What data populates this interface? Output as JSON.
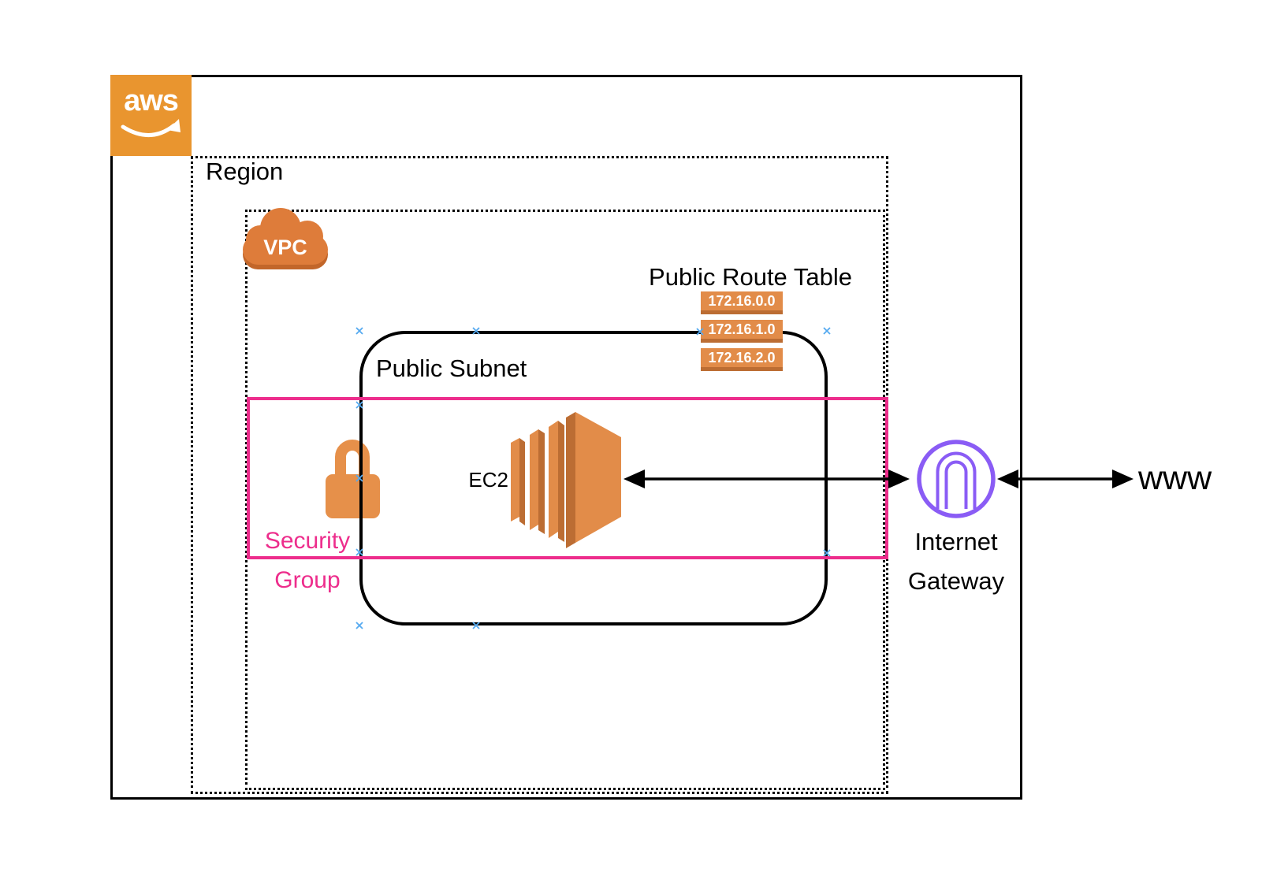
{
  "diagram": {
    "aws_logo": {
      "text": "aws"
    },
    "region": {
      "label": "Region"
    },
    "vpc": {
      "label": "VPC"
    },
    "route_table": {
      "title": "Public Route Table",
      "entries": [
        "172.16.0.0",
        "172.16.1.0",
        "172.16.2.0"
      ]
    },
    "subnet": {
      "label": "Public Subnet"
    },
    "security_group": {
      "line1": "Security",
      "line2": "Group"
    },
    "ec2": {
      "label": "EC2"
    },
    "internet_gateway": {
      "line1": "Internet",
      "line2": "Gateway"
    },
    "www": {
      "label": "www"
    },
    "colors": {
      "aws_orange": "#E9952F",
      "icon_orange": "#E28C49",
      "icon_orange_dark": "#BC6D33",
      "cloud_orange": "#DE7C3A",
      "cloud_orange_dark": "#C2662A",
      "lock_orange": "#E6904A",
      "security_pink": "#ED2D8C",
      "gateway_purple": "#8A5CF5",
      "connection_marker_blue": "#55AAF0",
      "line_black": "#000000"
    }
  }
}
